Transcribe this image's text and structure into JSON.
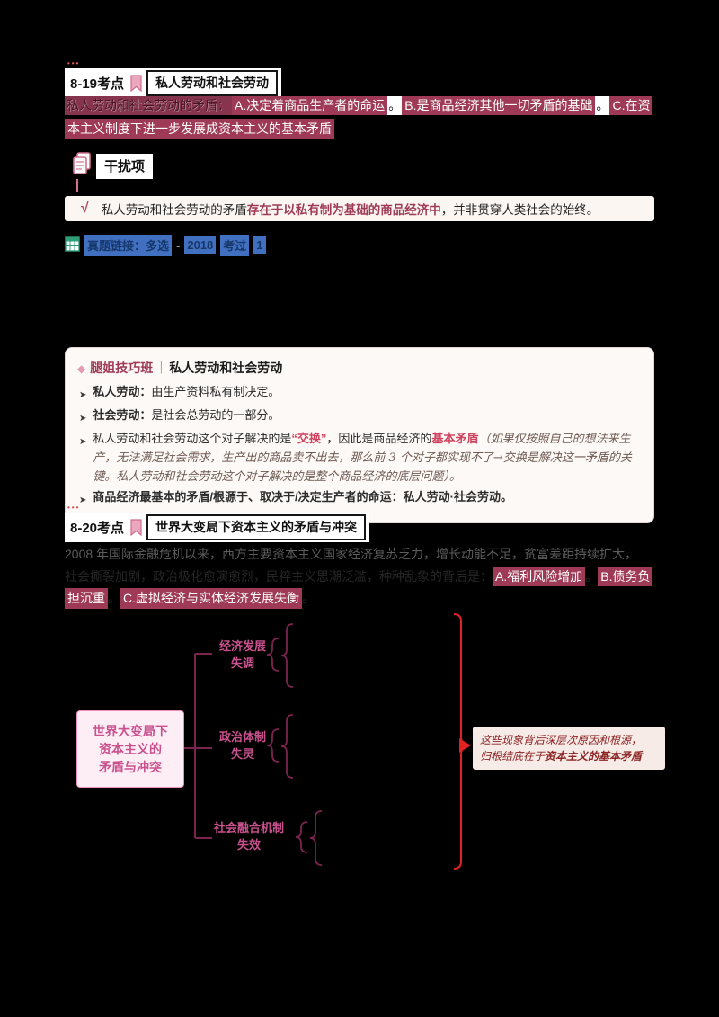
{
  "colors": {
    "highlight_maroon": "#9e3a55",
    "accent_pink": "#cf4560",
    "mindmap_magenta": "#c9518e",
    "brace_red": "#e02222",
    "link_blue": "#4170c0",
    "verdict_bg": "#fbf6f2",
    "tips_bg": "#fdf9f6"
  },
  "header1": {
    "dots": "•••",
    "label": "8-19考点",
    "title": "私人劳动和社会劳动"
  },
  "statement1": {
    "lead": "私人劳动和社会劳动的矛盾：",
    "opt_a": "A.决定着商品生产者的命运",
    "period1": "。",
    "opt_b": "B.是商品经济其他一切矛盾的基础",
    "period2": "。",
    "opt_c_start": "C.在资",
    "opt_c_rest": "本主义制度下进一步发展成资本主义的基本矛盾"
  },
  "distractor": {
    "label": "干扰项"
  },
  "verdict": {
    "mark": "√",
    "pre": "私人劳动和社会劳动的矛盾",
    "highlight": "存在于以私有制为基础的商品经济中",
    "post": "，并非贯穿人类社会的始终。"
  },
  "link": {
    "seg1": "真题链接：多选",
    "dash": "-",
    "seg2": "2018",
    "seg3": "考过",
    "seg4": "1"
  },
  "tips": {
    "diamond": "◆",
    "brand": "腿姐技巧班",
    "divider": "｜",
    "topic": "私人劳动和社会劳动",
    "arrow": "➤",
    "bullets": {
      "b1_term": "私人劳动：",
      "b1_rest": "由生产资料私有制决定。",
      "b2_term": "社会劳动：",
      "b2_rest": "是社会总劳动的一部分。",
      "b3_r1": "私人劳动和社会劳动这个对子解决的是",
      "b3_r2": "“交换”",
      "b3_r3": "，因此是商品经济的",
      "b3_r4": "基本矛盾",
      "b3_r5": "（如果仅按照自己的想法来生产，无法满足社会需求，生产出的商品卖不出去，那么前 3 个对子都实现不了→交换是解决这一矛盾的关键。私人劳动和社会劳动这个对子解决的是整个商品经济的底层问题）。",
      "b4": "商品经济最基本的矛盾/根源于、取决于/决定生产者的命运：私人劳动·社会劳动。"
    }
  },
  "header2": {
    "dots": "•••",
    "label": "8-20考点",
    "title": "世界大变局下资本主义的矛盾与冲突"
  },
  "statement2": {
    "faint1": "2008 年国际金融危机以来，西方主要资本主义国家经济复苏乏力，增长动能不足，贫富差距持续扩大，",
    "faint2": "社会撕裂加剧，政治极化愈演愈烈，民粹主义思潮泛滥，种种乱象的背后是：",
    "opt_a": "A.福利风险增加",
    "period1": "。",
    "opt_b_start": "B.债务负",
    "opt_b_rest": "担沉重",
    "period2": "。",
    "opt_c": "C.虚拟经济与实体经济发展失衡",
    "period3": "。"
  },
  "mindmap": {
    "root": "世界大变局下\n资本主义的\n矛盾与冲突",
    "branch1": "经济发展\n失调",
    "branch2": "政治体制\n失灵",
    "branch3": "社会融合机制\n失效",
    "conclusion_line1": "这些现象背后深层次原因和根源，",
    "conclusion_line2_normal": "归根结底在于",
    "conclusion_line2_bold": "资本主义的基本矛盾"
  }
}
